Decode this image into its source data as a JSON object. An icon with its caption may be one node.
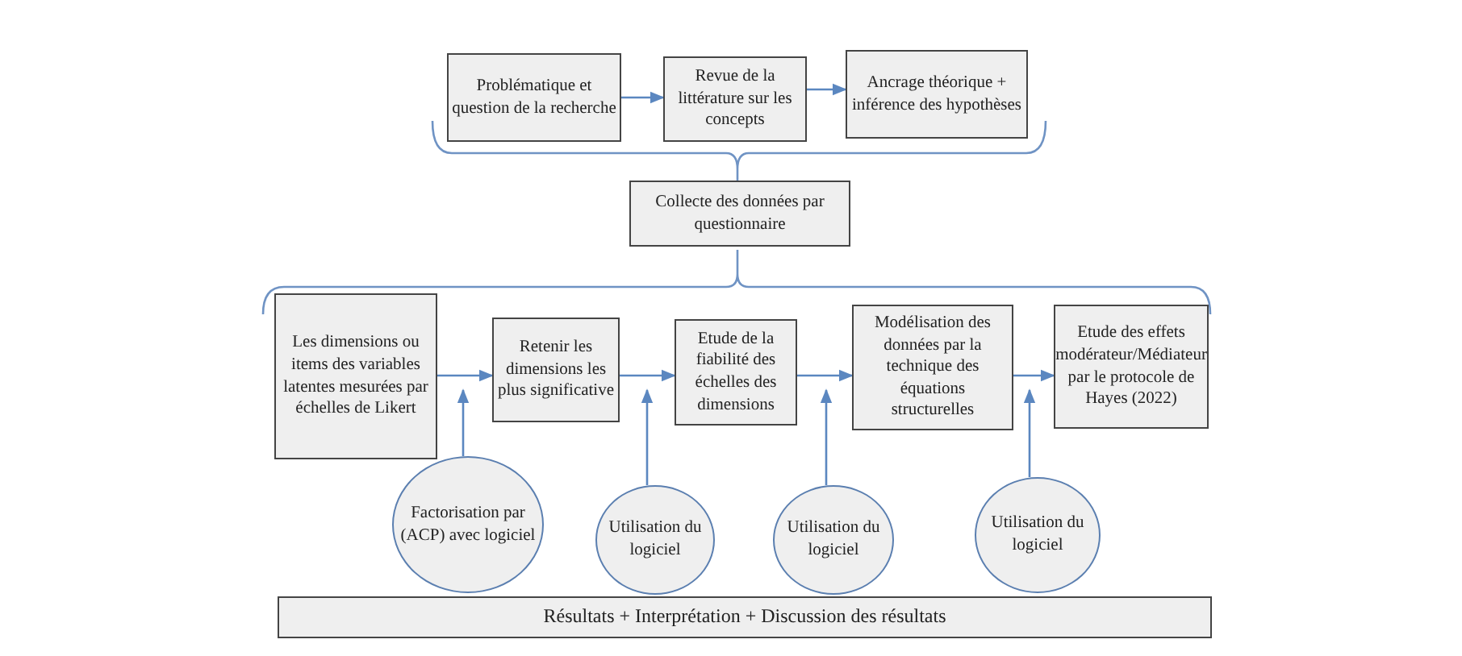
{
  "diagram": {
    "nodes": [
      {
        "text": [
          "Problématique et question de la recherche"
        ]
      },
      {
        "text": [
          "Revue de la littérature sur les concepts"
        ]
      },
      {
        "text": [
          "Ancrage théorique + inférence des hypothèses"
        ]
      },
      {
        "text": [
          "Collecte des données par questionnaire"
        ]
      },
      {
        "text": [
          "Les dimensions ou items des variables latentes mesurées par échelles de Likert"
        ]
      },
      {
        "text": [
          "Retenir les dimensions les plus significative"
        ]
      },
      {
        "text": [
          "Etude de la fiabilité des échelles des dimensions"
        ]
      },
      {
        "text": [
          "Modélisation des données par la technique des équations structurelles"
        ]
      },
      {
        "text": [
          "Etude des effets modérateur/Médiateur par le protocole de Hayes (2022)"
        ]
      },
      {
        "text": [
          "Factorisation par (ACP) avec logiciel"
        ]
      },
      {
        "text": [
          "Utilisation du logiciel"
        ]
      },
      {
        "text": [
          "Utilisation du logiciel"
        ]
      },
      {
        "text": [
          "Utilisation du logiciel"
        ]
      },
      {
        "text": [
          "Résultats + Interprétation + Discussion des résultats"
        ]
      }
    ],
    "edges": [
      {
        "from": 0,
        "to": 1,
        "arrow": "to"
      },
      {
        "from": 1,
        "to": 2,
        "arrow": "to"
      },
      {
        "from": 4,
        "to": 5,
        "arrow": "to"
      },
      {
        "from": 5,
        "to": 6,
        "arrow": "to"
      },
      {
        "from": 6,
        "to": 7,
        "arrow": "to"
      },
      {
        "from": 7,
        "to": 8,
        "arrow": "to"
      },
      {
        "from": 9,
        "to": 5,
        "arrow": "to"
      },
      {
        "from": 10,
        "to": 6,
        "arrow": "to"
      },
      {
        "from": 11,
        "to": 7,
        "arrow": "to"
      },
      {
        "from": 12,
        "to": 8,
        "arrow": "to"
      }
    ]
  }
}
